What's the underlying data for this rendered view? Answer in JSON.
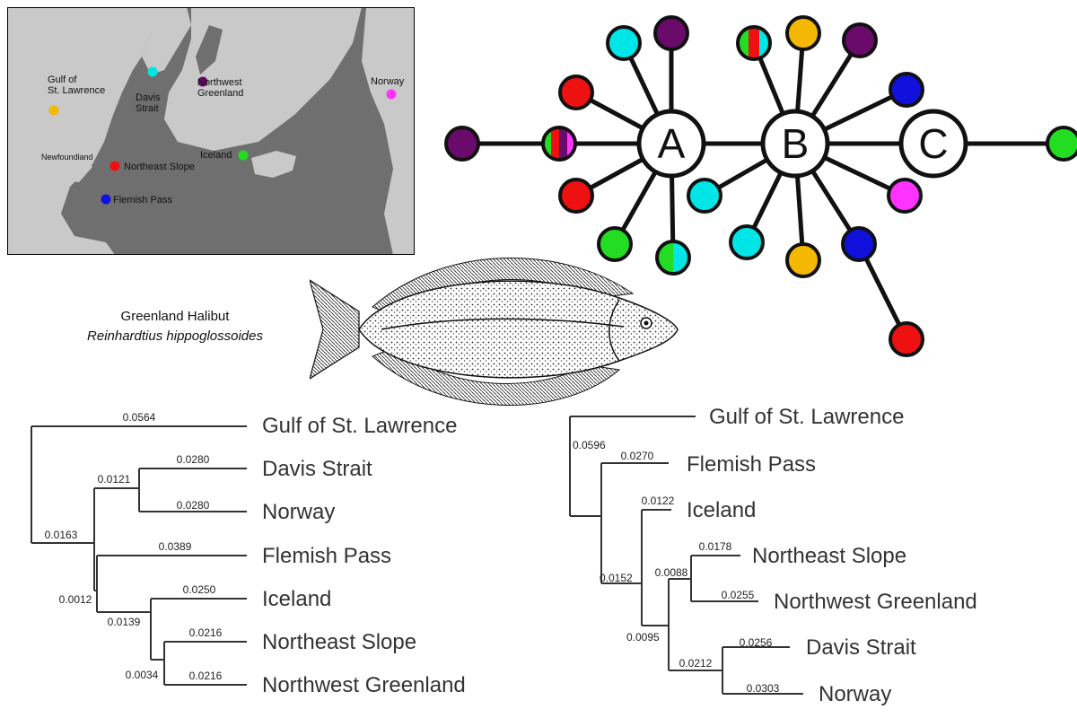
{
  "map": {
    "sites": [
      {
        "label": "Gulf of St. Lawrence",
        "lines": [
          "Gulf of",
          "St. Lawrence"
        ],
        "color": "#f5b800"
      },
      {
        "label": "Davis Strait",
        "lines": [
          "Davis",
          "Strait"
        ],
        "color": "#00e5e5"
      },
      {
        "label": "Northwest Greenland",
        "lines": [
          "Northwest",
          "Greenland"
        ],
        "color": "#6a0a6a"
      },
      {
        "label": "Norway",
        "lines": [
          "Norway"
        ],
        "color": "#ff33ff"
      },
      {
        "label": "Iceland",
        "lines": [
          "Iceland"
        ],
        "color": "#22dd22"
      },
      {
        "label": "Northeast Slope",
        "lines": [
          "Northeast Slope"
        ],
        "color": "#ee1111"
      },
      {
        "label": "Flemish Pass",
        "lines": [
          "Flemish Pass"
        ],
        "color": "#1111dd"
      }
    ],
    "extra_labels": [
      "Newfoundland"
    ]
  },
  "species": {
    "common_name": "Greenland Halibut",
    "scientific_name": "Reinhardtius hippoglossoides"
  },
  "network": {
    "hubs": [
      "A",
      "B",
      "C"
    ],
    "colors": {
      "purple": "#6a0a6a",
      "cyan": "#00e5e5",
      "red": "#ee1111",
      "green": "#22dd22",
      "blue": "#1111dd",
      "orange": "#f5b800",
      "magenta": "#ff33ff"
    },
    "nodes": [
      {
        "hub": "A",
        "fill": [
          "purple"
        ]
      },
      {
        "hub": "A",
        "fill": [
          "cyan"
        ]
      },
      {
        "hub": "A",
        "fill": [
          "red"
        ]
      },
      {
        "hub": "A",
        "fill": [
          "green",
          "red",
          "purple",
          "magenta"
        ]
      },
      {
        "hub": "A",
        "fill": [
          "red"
        ]
      },
      {
        "hub": "A",
        "fill": [
          "green"
        ]
      },
      {
        "hub": "A",
        "fill": [
          "green",
          "cyan"
        ]
      },
      {
        "hub": "B",
        "fill": [
          "green",
          "red",
          "cyan"
        ]
      },
      {
        "hub": "B",
        "fill": [
          "orange"
        ]
      },
      {
        "hub": "B",
        "fill": [
          "purple"
        ]
      },
      {
        "hub": "B",
        "fill": [
          "blue"
        ]
      },
      {
        "hub": "B",
        "fill": [
          "magenta"
        ]
      },
      {
        "hub": "B",
        "fill": [
          "blue"
        ]
      },
      {
        "hub": "B",
        "fill": [
          "orange"
        ]
      },
      {
        "hub": "B",
        "fill": [
          "cyan"
        ]
      },
      {
        "hub": "B",
        "fill": [
          "cyan"
        ]
      },
      {
        "hub": "C",
        "fill": [
          "green"
        ]
      },
      {
        "hub": "B",
        "fill": [
          "red"
        ]
      },
      {
        "hub": "A",
        "fill": [
          "purple"
        ]
      }
    ]
  },
  "tree_left": {
    "tips": [
      "Gulf of St. Lawrence",
      "Davis Strait",
      "Norway",
      "Flemish Pass",
      "Iceland",
      "Northeast Slope",
      "Northwest Greenland"
    ],
    "branch_lengths": [
      "0.0564",
      "0.0280",
      "0.0121",
      "0.0280",
      "0.0163",
      "0.0389",
      "0.0012",
      "0.0250",
      "0.0139",
      "0.0216",
      "0.0034",
      "0.0216"
    ]
  },
  "tree_right": {
    "tips": [
      "Gulf of St. Lawrence",
      "Flemish Pass",
      "Iceland",
      "Northeast Slope",
      "Northwest Greenland",
      "Davis Strait",
      "Norway"
    ],
    "branch_lengths": [
      "0.0596",
      "0.0270",
      "0.0122",
      "0.0178",
      "0.0088",
      "0.0255",
      "0.0152",
      "0.0095",
      "0.0256",
      "0.0212",
      "0.0303"
    ]
  }
}
